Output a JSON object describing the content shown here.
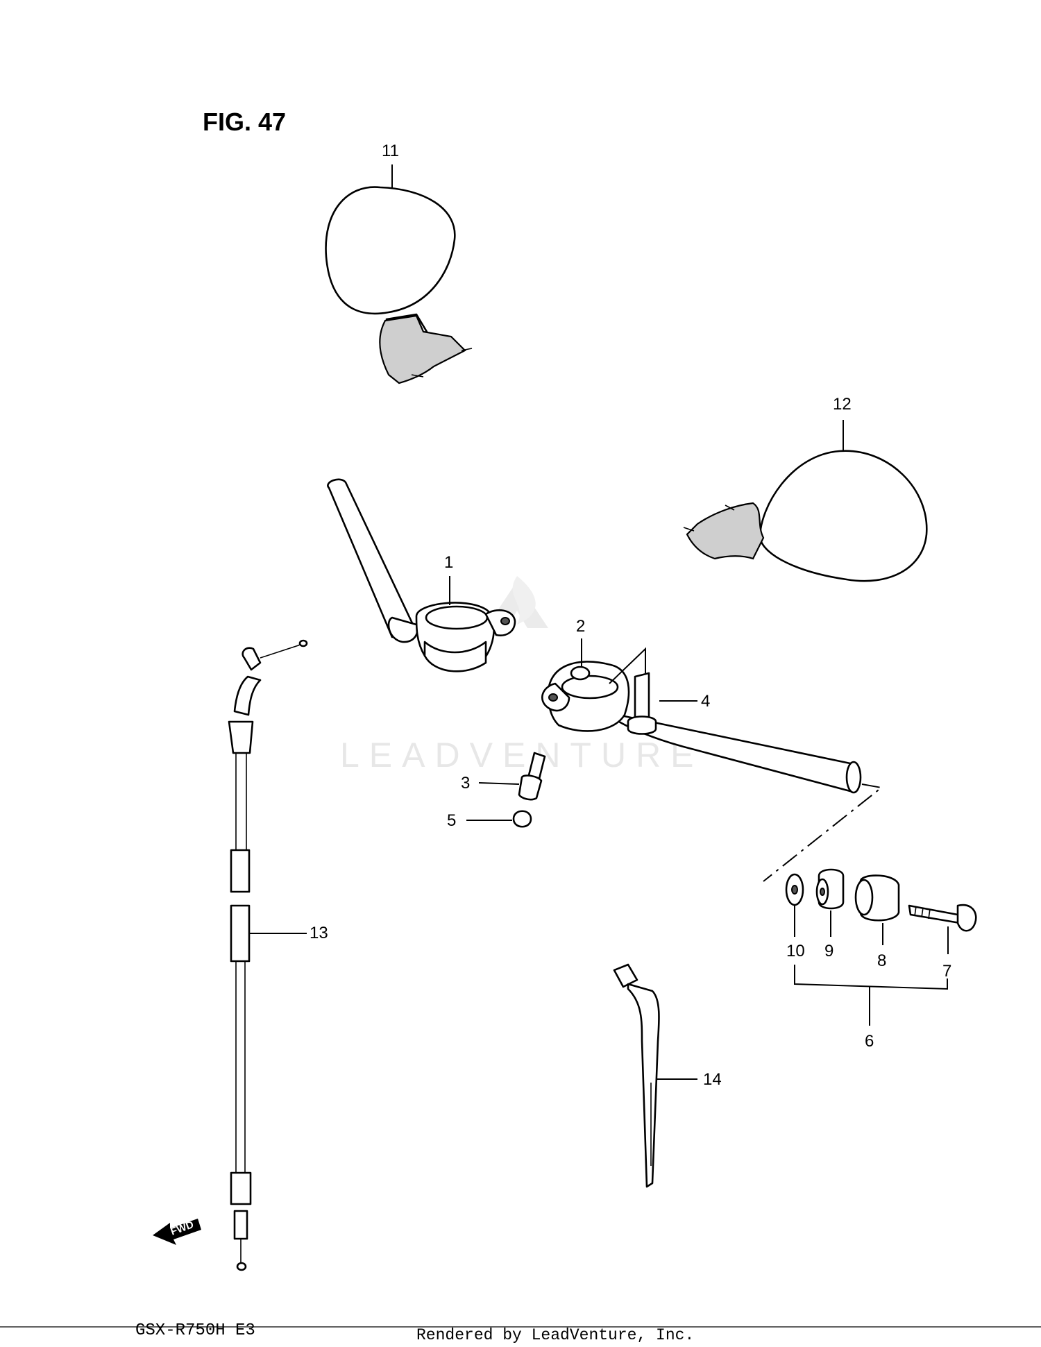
{
  "figure_title": "FIG. 47",
  "model_code": "GSX-R750H  E3",
  "footer_credit": "Rendered by LeadVenture, Inc.",
  "watermark": "LEADVENTURE",
  "fwd_arrow_label": "FWD",
  "callouts": {
    "c1": "1",
    "c2": "2",
    "c3": "3",
    "c4": "4",
    "c5": "5",
    "c6": "6",
    "c7": "7",
    "c8": "8",
    "c9": "9",
    "c10": "10",
    "c11": "11",
    "c12": "12",
    "c13": "13",
    "c14": "14"
  }
}
